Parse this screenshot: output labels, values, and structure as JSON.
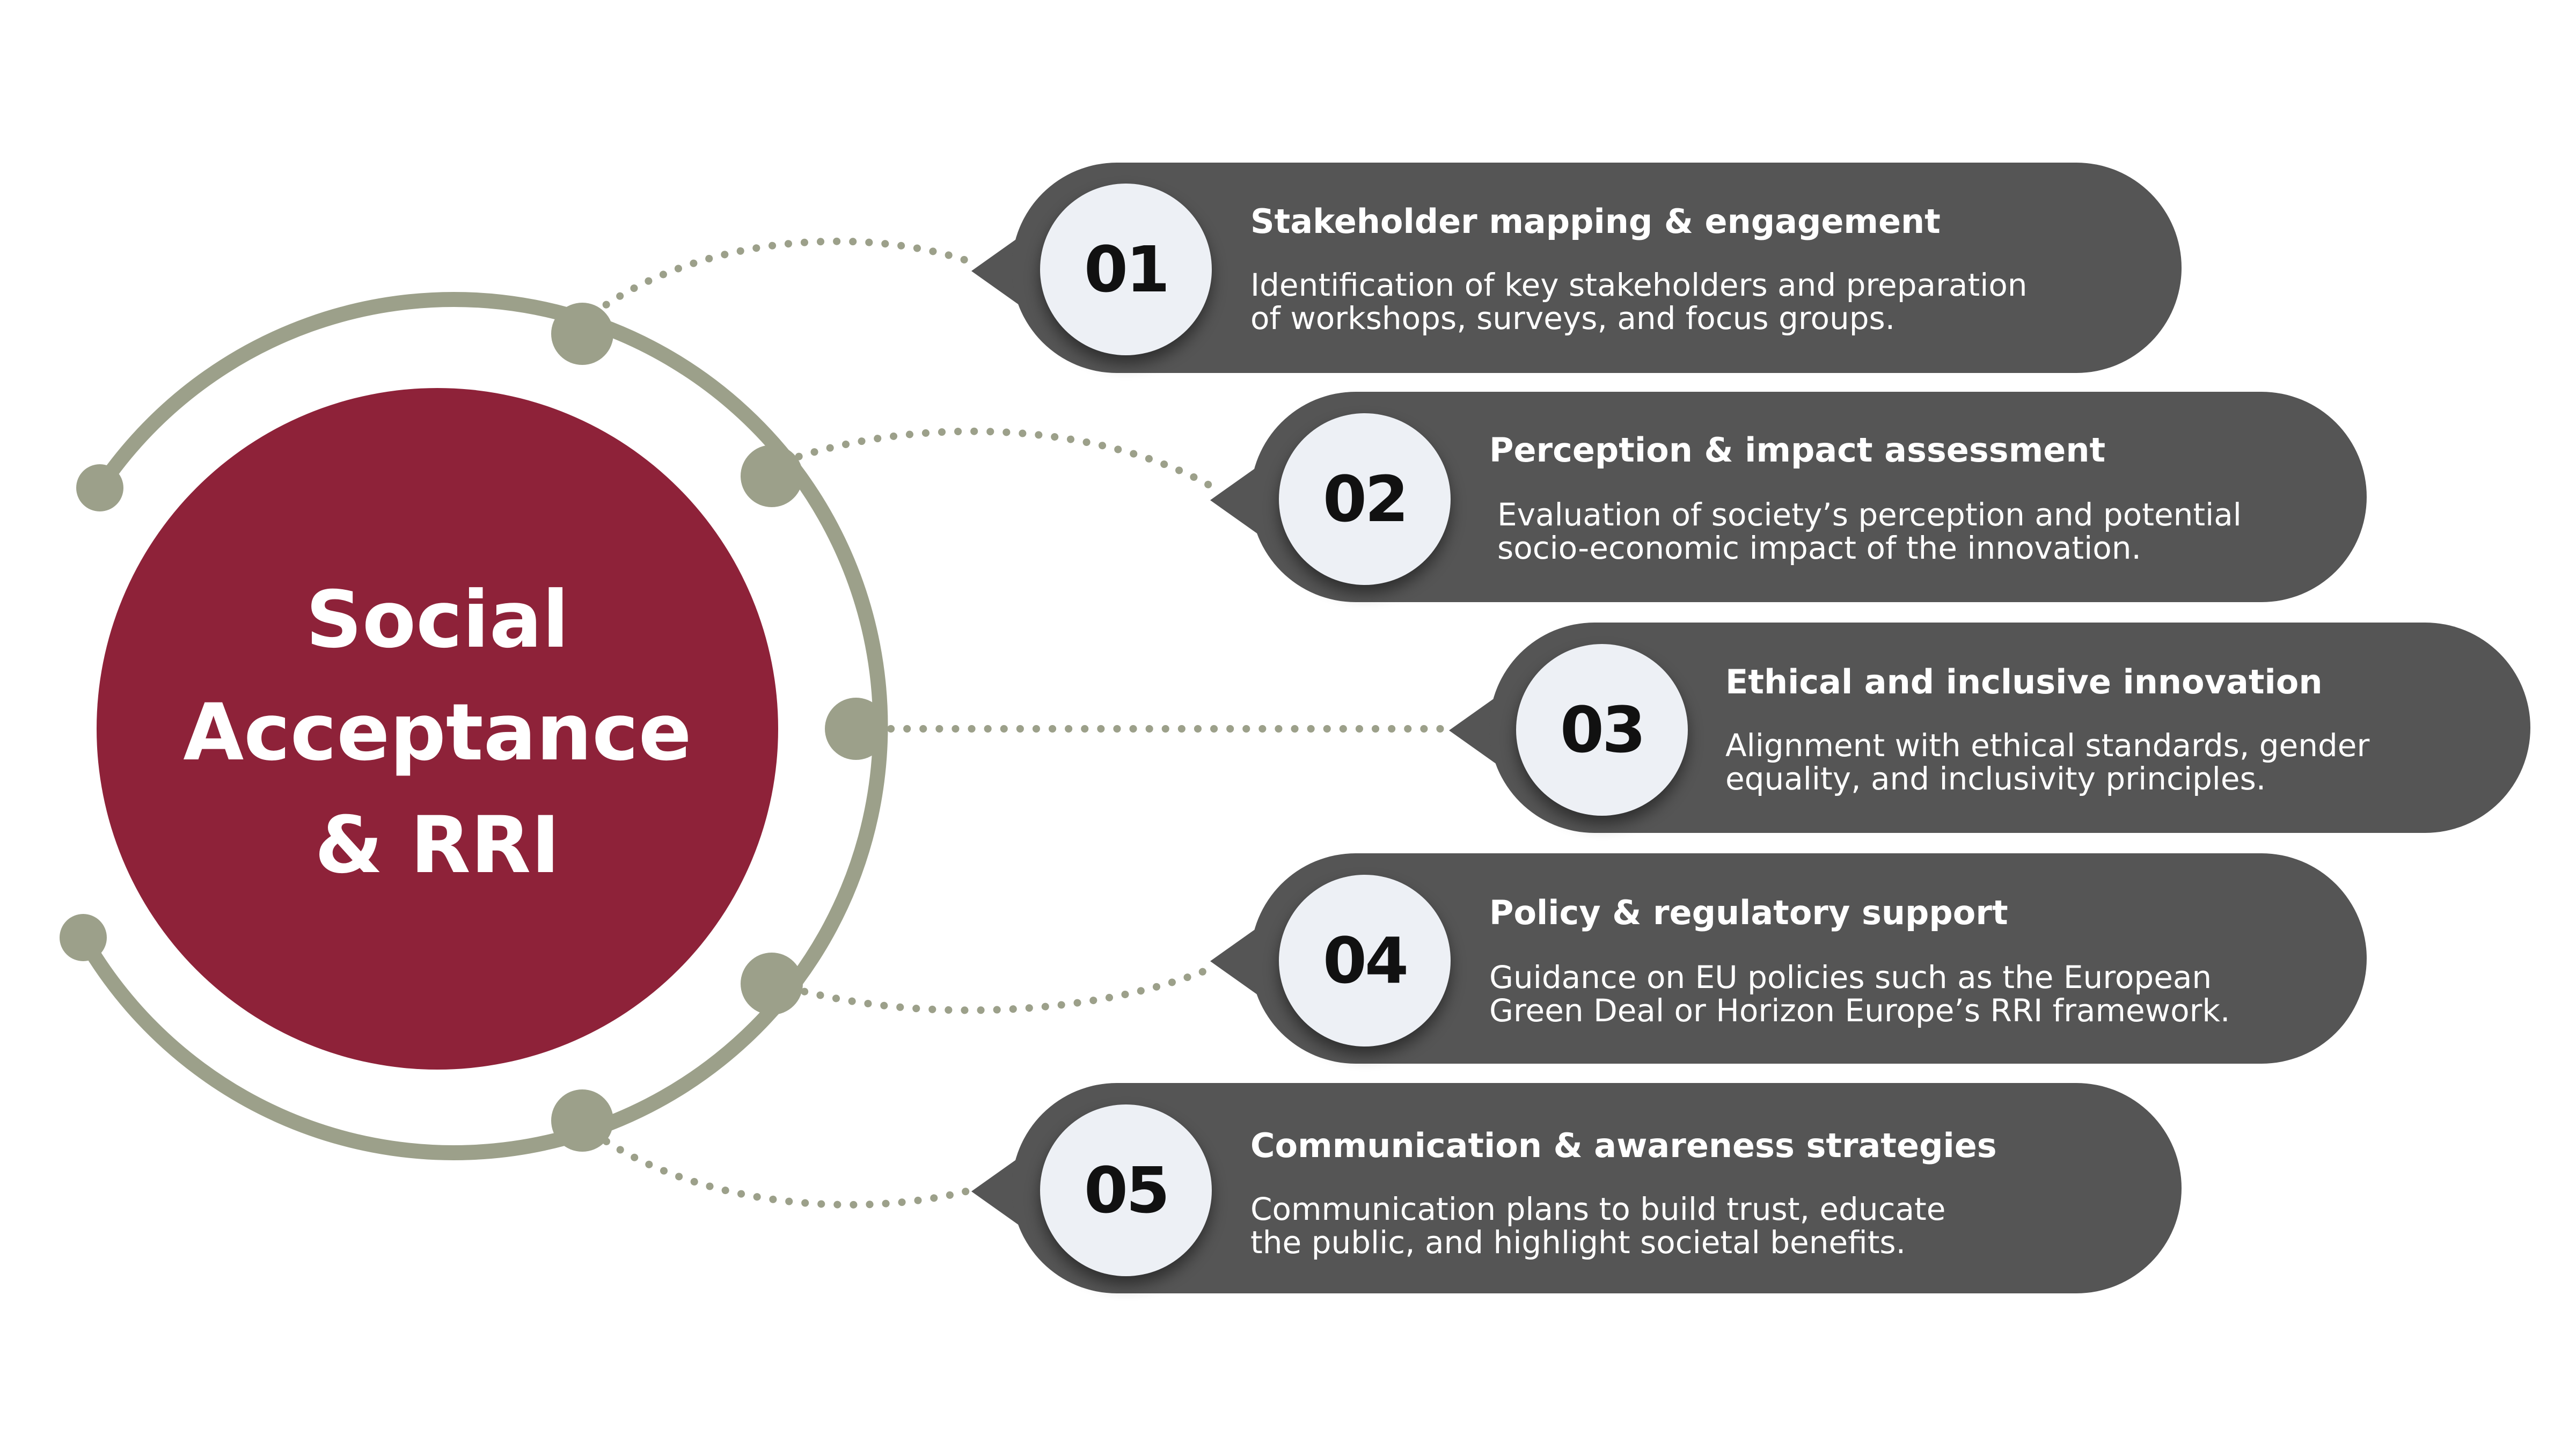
{
  "hub": {
    "title_lines": [
      "Social",
      "Acceptance",
      "& RRI"
    ],
    "color": "#8e2239"
  },
  "colors": {
    "ring": "#9ca08a",
    "pill": "#555555",
    "badge": "#edf0f5",
    "text_light": "#ffffff",
    "text_dark": "#111111"
  },
  "items": [
    {
      "number": "01",
      "title": "Stakeholder mapping & engagement",
      "desc_lines": [
        "Identification of key stakeholders and preparation",
        "of workshops, surveys, and focus groups."
      ]
    },
    {
      "number": "02",
      "title": "Perception & impact assessment",
      "desc_lines": [
        "Evaluation of society’s perception and potential",
        "socio-economic impact of the innovation."
      ]
    },
    {
      "number": "03",
      "title": "Ethical and inclusive innovation",
      "desc_lines": [
        "Alignment with ethical standards, gender",
        "equality, and inclusivity principles."
      ]
    },
    {
      "number": "04",
      "title": "Policy & regulatory support",
      "desc_lines": [
        "Guidance on EU policies such as the European",
        "Green Deal or Horizon Europe’s RRI framework."
      ]
    },
    {
      "number": "05",
      "title": "Communication & awareness strategies",
      "desc_lines": [
        "Communication plans to build trust, educate",
        "the public, and highlight societal benefits."
      ]
    }
  ]
}
